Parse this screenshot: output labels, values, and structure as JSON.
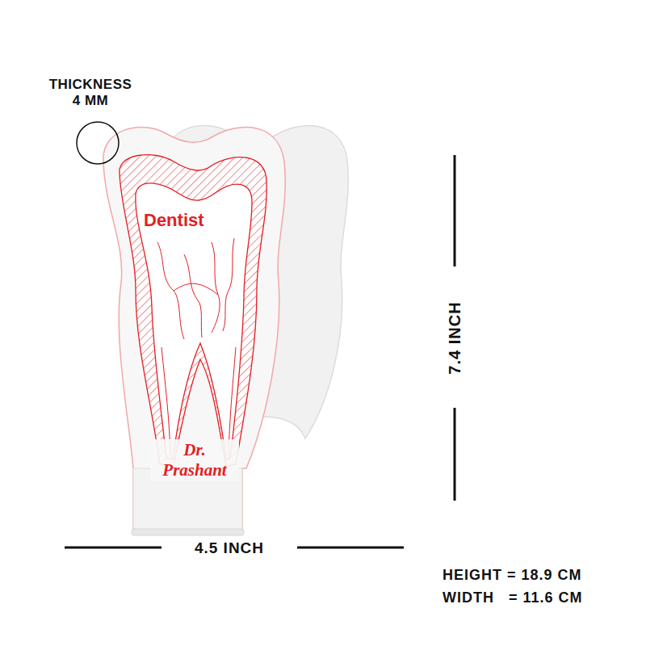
{
  "diagram": {
    "nodes": [
      {
        "text": [
          "Dentist",
          "Dr. Prashant"
        ]
      }
    ],
    "labels": [
      "THICKNESS 4 MM",
      "7.4 INCH",
      "4.5 INCH",
      "HEIGHT = 18.9 CM",
      "WIDTH   = 11.6 CM"
    ]
  }
}
